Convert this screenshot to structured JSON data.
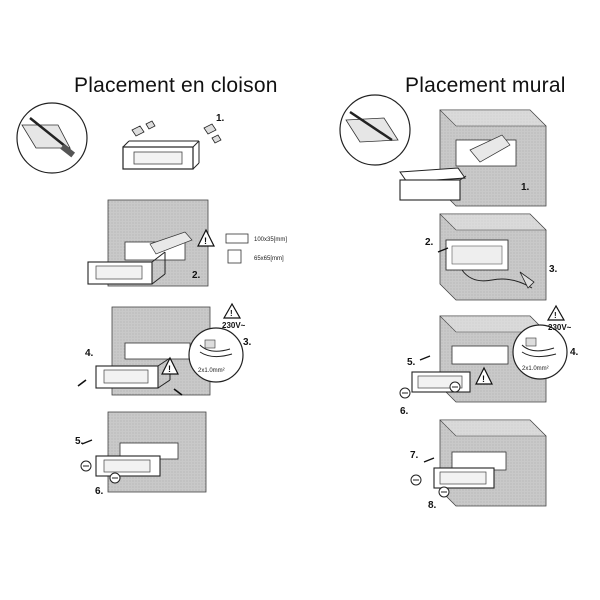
{
  "titles": {
    "left": "Placement en cloison",
    "right": "Placement mural"
  },
  "left_steps": [
    "1.",
    "2.",
    "3.",
    "4.",
    "5.",
    "6."
  ],
  "right_steps": [
    "1.",
    "2.",
    "3.",
    "4.",
    "5.",
    "6.",
    "7.",
    "8."
  ],
  "dimensions": {
    "rect_cutout": "100x35[mm]",
    "square_cutout": "65x65[mm]"
  },
  "voltage": "230V~",
  "wire_left": "2x1.0mm²",
  "wire_right": "2x1.0mm²",
  "icons": [
    "screwdriver-icon",
    "warning-icon",
    "bracket-icon",
    "screw-icon",
    "wire-icon"
  ]
}
